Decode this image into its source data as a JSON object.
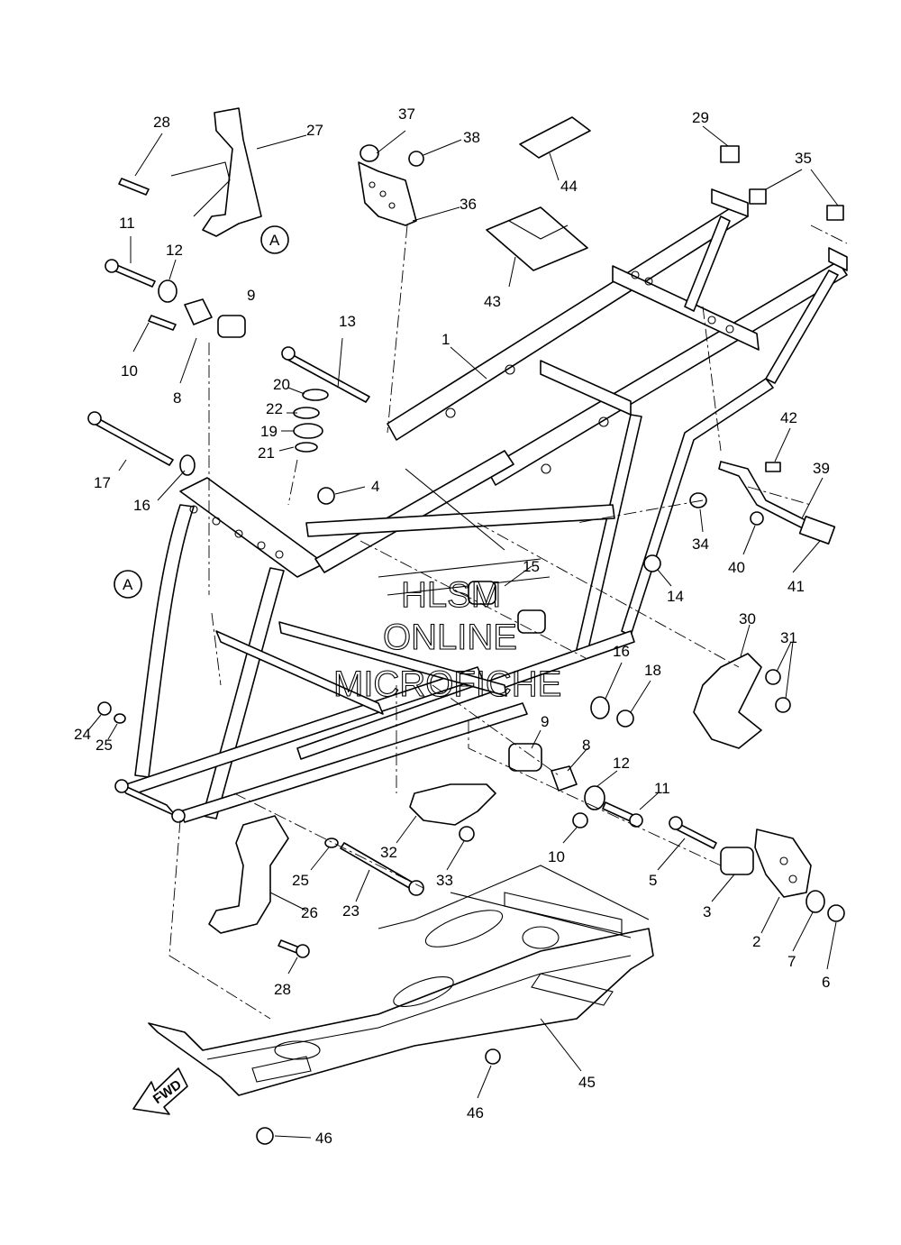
{
  "watermark": {
    "line1": "HLSM",
    "line2": "ONLINE",
    "line3": "MICROFICHE"
  },
  "fwd_label": "FWD",
  "ref_marker": "A",
  "callouts": {
    "c1": "1",
    "c2": "2",
    "c3": "3",
    "c4": "4",
    "c5": "5",
    "c6": "6",
    "c7": "7",
    "c8a": "8",
    "c8b": "8",
    "c9a": "9",
    "c9b": "9",
    "c10a": "10",
    "c10b": "10",
    "c11a": "11",
    "c11b": "11",
    "c12a": "12",
    "c12b": "12",
    "c13": "13",
    "c14": "14",
    "c15": "15",
    "c16a": "16",
    "c16b": "16",
    "c17": "17",
    "c18": "18",
    "c19": "19",
    "c20": "20",
    "c21": "21",
    "c22": "22",
    "c23": "23",
    "c24": "24",
    "c25a": "25",
    "c25b": "25",
    "c26": "26",
    "c27": "27",
    "c28a": "28",
    "c28b": "28",
    "c29": "29",
    "c30": "30",
    "c31": "31",
    "c32": "32",
    "c33": "33",
    "c34": "34",
    "c35": "35",
    "c36": "36",
    "c37": "37",
    "c38": "38",
    "c39": "39",
    "c40": "40",
    "c41": "41",
    "c42": "42",
    "c43": "43",
    "c44": "44",
    "c45": "45",
    "c46a": "46",
    "c46b": "46"
  }
}
